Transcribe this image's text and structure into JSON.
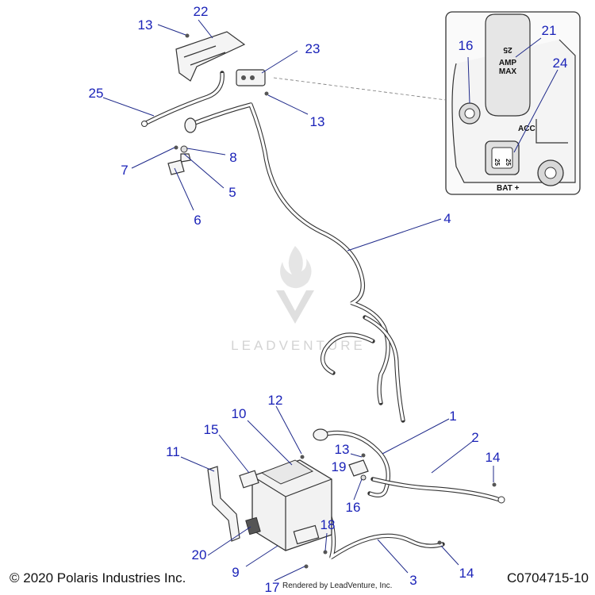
{
  "callouts": {
    "c1": "1",
    "c2": "2",
    "c3": "3",
    "c4": "4",
    "c5": "5",
    "c6": "6",
    "c7": "7",
    "c8": "8",
    "c9": "9",
    "c10": "10",
    "c11": "11",
    "c12": "12",
    "c13a": "13",
    "c13b": "13",
    "c13c": "13",
    "c14a": "14",
    "c14b": "14",
    "c15": "15",
    "c16a": "16",
    "c16b": "16",
    "c17": "17",
    "c18": "18",
    "c19": "19",
    "c20": "20",
    "c21": "21",
    "c22": "22",
    "c23": "23",
    "c24": "24",
    "c25": "25"
  },
  "inset": {
    "fuse_top": "25",
    "fuse_line2": "AMP",
    "fuse_line3": "MAX",
    "acc_label": "ACC",
    "bat_label": "BAT +",
    "fuse_small_a": "25",
    "fuse_small_b": "25"
  },
  "watermark": {
    "text": "LEADVENTURE"
  },
  "footer": {
    "copyright": "© 2020 Polaris Industries Inc.",
    "rendered_by": "Rendered by LeadVenture, Inc.",
    "figure_id": "C0704715-10"
  },
  "colors": {
    "callout": "#1a22b8",
    "leader": "#1f2a8a",
    "line": "#333333"
  }
}
